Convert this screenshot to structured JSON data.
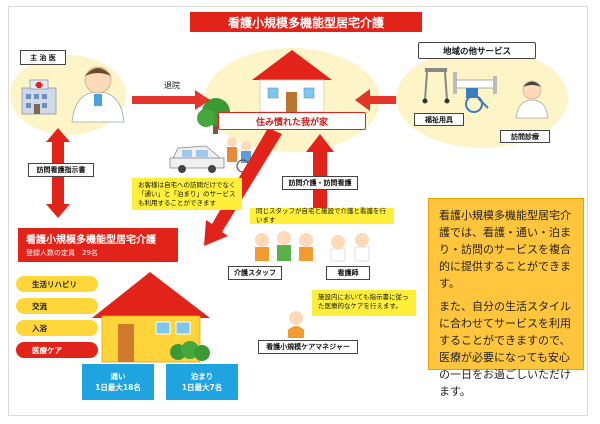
{
  "title": "看護小規模多機能型居宅介護",
  "doctor": {
    "label": "主 治 医"
  },
  "discharge": "退院",
  "home": {
    "label": "住み慣れた我が家"
  },
  "regional": {
    "label": "地域の他サービス",
    "welfare": "福祉用具",
    "visit_doctor": "訪問診療"
  },
  "nursing_order": "訪問看護指示書",
  "visit_services": "訪問介護・訪問看護",
  "note_flexible": "お客様は自宅への訪問だけでなく「通い」と「泊まり」のサービスも利用することができます",
  "note_same_staff": "同じスタッフが自宅と施設で介護と看護を行います",
  "facility": {
    "title": "看護小規模多機能型居宅介護",
    "capacity": "登録人数の定員　29名",
    "services": [
      "生活リハビリ",
      "交流",
      "入浴",
      "医療ケア"
    ],
    "day": {
      "title": "通い",
      "detail": "1日最大18名"
    },
    "stay": {
      "title": "泊まり",
      "detail": "1日最大7名"
    }
  },
  "staff": {
    "care": "介護スタッフ",
    "nurse": "看護師",
    "manager": "看護小規模ケアマネジャー"
  },
  "note_medical": "施設内においても指示書に従った医療的なケアを行えます。",
  "description": [
    "看護小規模多機能型居宅介護では、看護・通い・泊まり・訪問のサービスを複合的に提供することができます。",
    "また、自分の生活スタイルに合わせてサービスを利用することができますので、医療が必要になっても安心の一日をお過ごしいただけます。"
  ],
  "colors": {
    "red": "#e2231a",
    "yellow": "#ffef3a",
    "orange": "#ffc53d",
    "blue": "#1fa4e0"
  }
}
